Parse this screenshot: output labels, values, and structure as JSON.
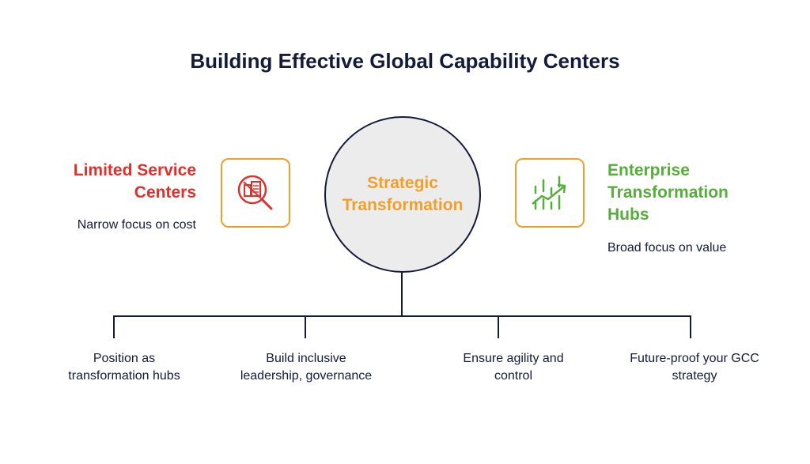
{
  "title": "Building Effective Global Capability Centers",
  "center": {
    "line1": "Strategic",
    "line2": "Transformation"
  },
  "left": {
    "heading_line1": "Limited Service",
    "heading_line2": "Centers",
    "description": "Narrow focus on cost",
    "icon": "search-buildings-icon"
  },
  "right": {
    "heading_line1": "Enterprise",
    "heading_line2": "Transformation",
    "heading_line3": "Hubs",
    "description": "Broad focus on value",
    "icon": "growth-chart-icon"
  },
  "branches": [
    {
      "line1": "Position as",
      "line2": "transformation hubs"
    },
    {
      "line1": "Build inclusive",
      "line2": "leadership, governance"
    },
    {
      "line1": "Ensure agility and",
      "line2": "control"
    },
    {
      "line1": "Future-proof your GCC",
      "line2": "strategy"
    }
  ],
  "colors": {
    "accent_orange": "#f0a02a",
    "limited_red": "#e0302c",
    "enterprise_green": "#56ae3a",
    "navy": "#141a3a"
  }
}
